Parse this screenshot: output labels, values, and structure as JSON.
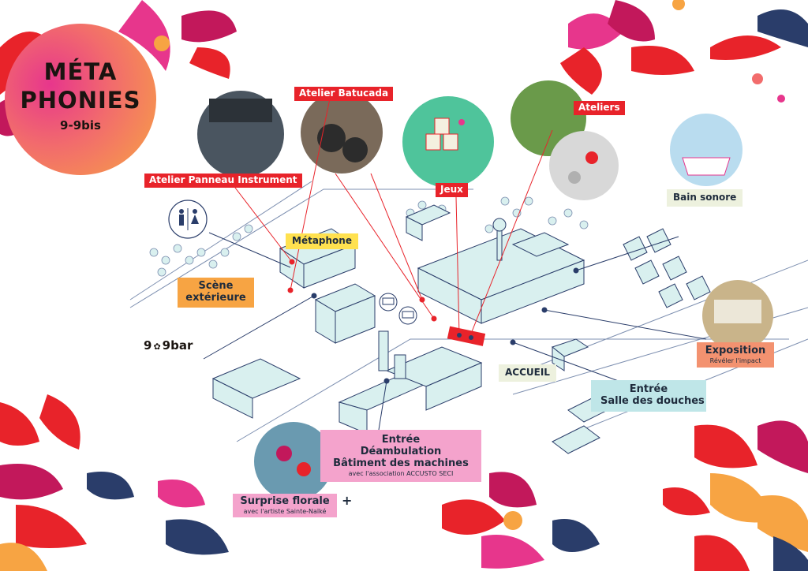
{
  "festival": {
    "title_line1": "MÉTA",
    "title_line2": "PHONIES",
    "venue": "9-9bis"
  },
  "venue_mark": {
    "left": "9",
    "right": "9bar"
  },
  "locations": {
    "atelier_batucada": "Atelier Batucada",
    "atelier_panneau": "Atelier Panneau Instrument",
    "metaphone": "Métaphone",
    "scene_line1": "Scène",
    "scene_line2": "extérieure",
    "jeux": "Jeux",
    "ateliers": "Ateliers",
    "bain_sonore": "Bain sonore",
    "exposition": "Exposition",
    "exposition_sub": "Révéler l'impact",
    "accueil": "ACCUEIL",
    "douches_line1": "Entrée",
    "douches_line2": "Salle des douches",
    "machines_line1": "Entrée",
    "machines_line2": "Déambulation",
    "machines_line3": "Bâtiment des machines",
    "machines_sub": "avec l'association ACCUSTO SECI",
    "florale": "Surprise florale",
    "florale_sub": "avec l'artiste Sainte-Naïké",
    "plus": "+"
  },
  "colors": {
    "red_label": "#e8232a",
    "yellow_label": "#ffe14f",
    "orange_label": "#f7a443",
    "teal_label": "#bfe6e8",
    "pink_label": "#f4a3cc",
    "salmon_label": "#f39270",
    "map_line": "#2a3d6a",
    "building_fill": "#d9f0ef"
  }
}
